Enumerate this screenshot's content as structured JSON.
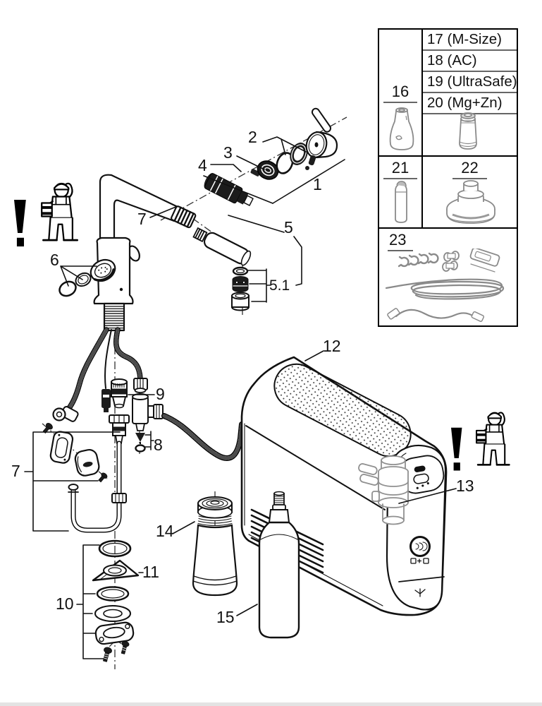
{
  "diagram": {
    "callouts": {
      "n1": "1",
      "n2": "2",
      "n3": "3",
      "n4": "4",
      "n5": "5",
      "n5_1": "5.1",
      "n6": "6",
      "n7_spout": "7",
      "n7_bracket": "7",
      "n8": "8",
      "n9": "9",
      "n10": "10",
      "n11": "11",
      "n12": "12",
      "n13": "13",
      "n14": "14",
      "n15": "15"
    },
    "parts_table": {
      "cell_16": "16",
      "filter_variants": [
        "17 (M-Size)",
        "18 (AC)",
        "19 (UltraSafe)",
        "20 (Mg+Zn)"
      ],
      "cell_21": "21",
      "cell_22": "22",
      "cell_23": "23",
      "thumbnails": {
        "cell_16": "glass-carafe",
        "filter": "filter-cartridge",
        "cell_21": "co2-bottle",
        "cell_22": "filter-adapter",
        "cell_23": "hose-and-clip-kit"
      }
    },
    "icons": {
      "warning_left": "installer-warning",
      "warning_right": "installer-warning"
    },
    "colors": {
      "line": "#111111",
      "light_line": "#909090",
      "separator": "#666666"
    }
  }
}
